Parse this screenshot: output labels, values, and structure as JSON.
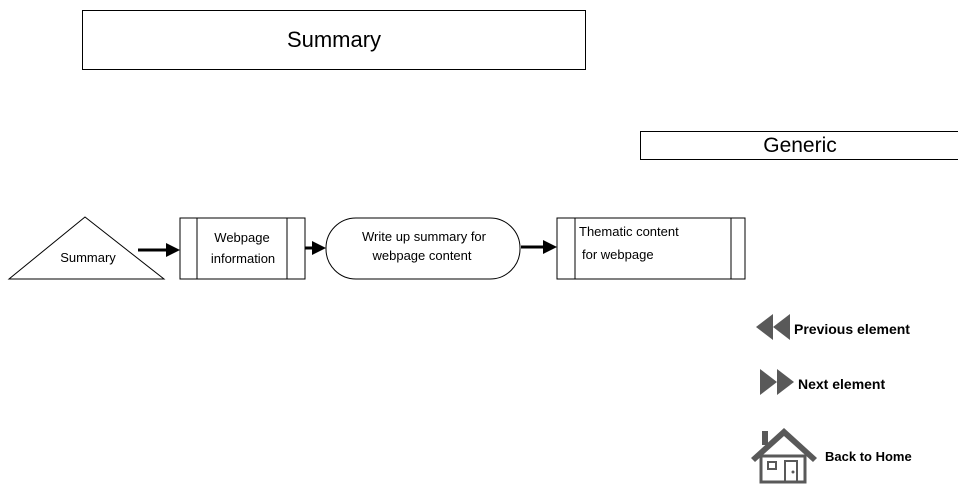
{
  "page": {
    "title": "Summary",
    "category": "Generic"
  },
  "flow": {
    "input_label": "Summary",
    "process_label_line1": "Webpage",
    "process_label_line2": "information",
    "action_label_line1": "Write up summary for",
    "action_label_line2": "webpage content",
    "output_label_line1": "Thematic content",
    "output_label_line2": "for webpage"
  },
  "navigation": {
    "previous_label": "Previous element",
    "next_label": "Next element",
    "home_label": "Back to Home",
    "icon_color": "#595959"
  }
}
